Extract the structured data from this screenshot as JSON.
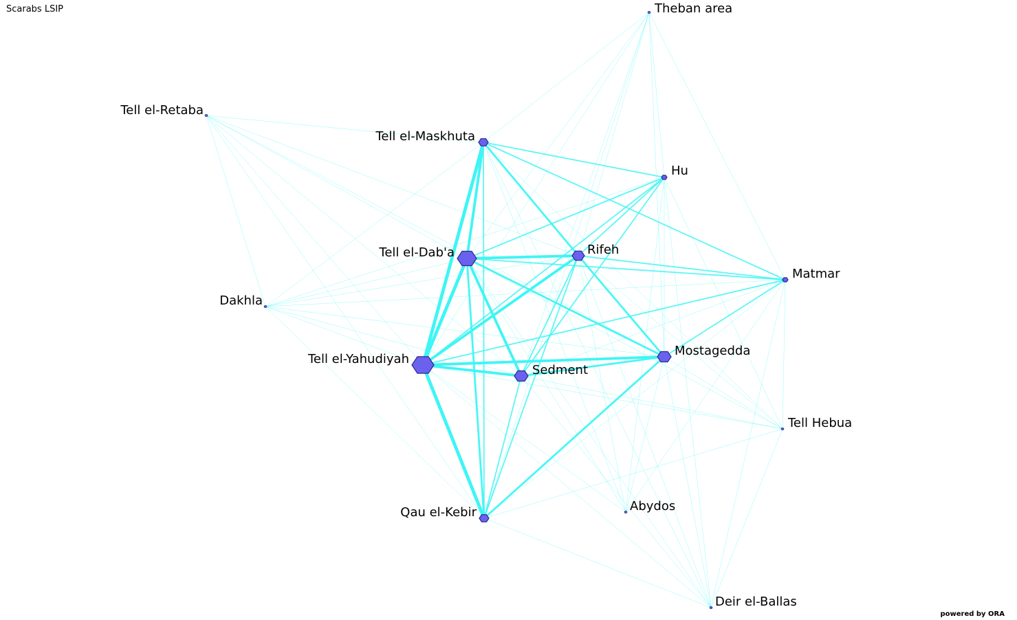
{
  "title": "Scarabs LSIP",
  "footer": "powered by ORA",
  "colors": {
    "edge": "#3ff5f5",
    "node_fill": "#6a62ee",
    "node_stroke": "#2b2b8a",
    "background": "#ffffff"
  },
  "nodes": [
    {
      "id": "theban",
      "label": "Theban area"
    },
    {
      "id": "retaba",
      "label": "Tell el-Retaba"
    },
    {
      "id": "maskhuta",
      "label": "Tell el-Maskhuta"
    },
    {
      "id": "hu",
      "label": "Hu"
    },
    {
      "id": "dab",
      "label": "Tell el-Dab'a"
    },
    {
      "id": "rifeh",
      "label": "Rifeh"
    },
    {
      "id": "matmar",
      "label": "Matmar"
    },
    {
      "id": "dakhla",
      "label": "Dakhla"
    },
    {
      "id": "yahudiyah",
      "label": "Tell el-Yahudiyah"
    },
    {
      "id": "mostagedda",
      "label": "Mostagedda"
    },
    {
      "id": "sedment",
      "label": "Sedment"
    },
    {
      "id": "hebua",
      "label": "Tell Hebua"
    },
    {
      "id": "qau",
      "label": "Qau el-Kebir"
    },
    {
      "id": "abydos",
      "label": "Abydos"
    },
    {
      "id": "ballas",
      "label": "Deir el-Ballas"
    }
  ],
  "edges": [
    {
      "source": "yahudiyah",
      "target": "maskhuta",
      "weight": 5
    },
    {
      "source": "yahudiyah",
      "target": "dab",
      "weight": 5
    },
    {
      "source": "yahudiyah",
      "target": "qau",
      "weight": 5
    },
    {
      "source": "yahudiyah",
      "target": "sedment",
      "weight": 4
    },
    {
      "source": "yahudiyah",
      "target": "mostagedda",
      "weight": 4
    },
    {
      "source": "yahudiyah",
      "target": "rifeh",
      "weight": 4
    },
    {
      "source": "dab",
      "target": "maskhuta",
      "weight": 4
    },
    {
      "source": "dab",
      "target": "rifeh",
      "weight": 4
    },
    {
      "source": "dab",
      "target": "sedment",
      "weight": 4
    },
    {
      "source": "dab",
      "target": "qau",
      "weight": 3
    },
    {
      "source": "dab",
      "target": "mostagedda",
      "weight": 3
    },
    {
      "source": "sedment",
      "target": "mostagedda",
      "weight": 3
    },
    {
      "source": "maskhuta",
      "target": "rifeh",
      "weight": 3
    },
    {
      "source": "maskhuta",
      "target": "qau",
      "weight": 2
    },
    {
      "source": "maskhuta",
      "target": "hu",
      "weight": 2
    },
    {
      "source": "maskhuta",
      "target": "matmar",
      "weight": 2
    },
    {
      "source": "rifeh",
      "target": "mostagedda",
      "weight": 3
    },
    {
      "source": "rifeh",
      "target": "sedment",
      "weight": 2
    },
    {
      "source": "rifeh",
      "target": "matmar",
      "weight": 2
    },
    {
      "source": "rifeh",
      "target": "hu",
      "weight": 2
    },
    {
      "source": "qau",
      "target": "mostagedda",
      "weight": 3
    },
    {
      "source": "qau",
      "target": "sedment",
      "weight": 2
    },
    {
      "source": "qau",
      "target": "rifeh",
      "weight": 2
    },
    {
      "source": "hu",
      "target": "dab",
      "weight": 2
    },
    {
      "source": "hu",
      "target": "yahudiyah",
      "weight": 2
    },
    {
      "source": "hu",
      "target": "sedment",
      "weight": 2
    },
    {
      "source": "hu",
      "target": "mostagedda",
      "weight": 1
    },
    {
      "source": "matmar",
      "target": "dab",
      "weight": 2
    },
    {
      "source": "matmar",
      "target": "yahudiyah",
      "weight": 2
    },
    {
      "source": "matmar",
      "target": "mostagedda",
      "weight": 2
    },
    {
      "source": "matmar",
      "target": "qau",
      "weight": 1
    },
    {
      "source": "matmar",
      "target": "sedment",
      "weight": 1
    },
    {
      "source": "theban",
      "target": "yahudiyah",
      "weight": 1
    },
    {
      "source": "theban",
      "target": "dab",
      "weight": 1
    },
    {
      "source": "theban",
      "target": "sedment",
      "weight": 1
    },
    {
      "source": "theban",
      "target": "rifeh",
      "weight": 1
    },
    {
      "source": "theban",
      "target": "maskhuta",
      "weight": 1
    },
    {
      "source": "theban",
      "target": "hu",
      "weight": 1
    },
    {
      "source": "theban",
      "target": "matmar",
      "weight": 1
    },
    {
      "source": "theban",
      "target": "qau",
      "weight": 1
    },
    {
      "source": "theban",
      "target": "mostagedda",
      "weight": 1
    },
    {
      "source": "retaba",
      "target": "maskhuta",
      "weight": 1
    },
    {
      "source": "retaba",
      "target": "dab",
      "weight": 1
    },
    {
      "source": "retaba",
      "target": "yahudiyah",
      "weight": 1
    },
    {
      "source": "retaba",
      "target": "sedment",
      "weight": 1
    },
    {
      "source": "retaba",
      "target": "rifeh",
      "weight": 1
    },
    {
      "source": "retaba",
      "target": "mostagedda",
      "weight": 1
    },
    {
      "source": "retaba",
      "target": "dakhla",
      "weight": 1
    },
    {
      "source": "retaba",
      "target": "qau",
      "weight": 1
    },
    {
      "source": "dakhla",
      "target": "dab",
      "weight": 1
    },
    {
      "source": "dakhla",
      "target": "yahudiyah",
      "weight": 1
    },
    {
      "source": "dakhla",
      "target": "maskhuta",
      "weight": 1
    },
    {
      "source": "dakhla",
      "target": "rifeh",
      "weight": 1
    },
    {
      "source": "dakhla",
      "target": "sedment",
      "weight": 1
    },
    {
      "source": "dakhla",
      "target": "mostagedda",
      "weight": 1
    },
    {
      "source": "dakhla",
      "target": "qau",
      "weight": 1
    },
    {
      "source": "dakhla",
      "target": "hu",
      "weight": 1
    },
    {
      "source": "dakhla",
      "target": "matmar",
      "weight": 1
    },
    {
      "source": "hebua",
      "target": "yahudiyah",
      "weight": 1
    },
    {
      "source": "hebua",
      "target": "dab",
      "weight": 1
    },
    {
      "source": "hebua",
      "target": "sedment",
      "weight": 1
    },
    {
      "source": "hebua",
      "target": "rifeh",
      "weight": 1
    },
    {
      "source": "hebua",
      "target": "mostagedda",
      "weight": 1
    },
    {
      "source": "hebua",
      "target": "qau",
      "weight": 1
    },
    {
      "source": "hebua",
      "target": "hu",
      "weight": 1
    },
    {
      "source": "hebua",
      "target": "matmar",
      "weight": 1
    },
    {
      "source": "hebua",
      "target": "maskhuta",
      "weight": 1
    },
    {
      "source": "hebua",
      "target": "ballas",
      "weight": 1
    },
    {
      "source": "abydos",
      "target": "dab",
      "weight": 1
    },
    {
      "source": "abydos",
      "target": "yahudiyah",
      "weight": 1
    },
    {
      "source": "abydos",
      "target": "rifeh",
      "weight": 1
    },
    {
      "source": "abydos",
      "target": "hu",
      "weight": 1
    },
    {
      "source": "abydos",
      "target": "matmar",
      "weight": 1
    },
    {
      "source": "abydos",
      "target": "mostagedda",
      "weight": 1
    },
    {
      "source": "abydos",
      "target": "maskhuta",
      "weight": 1
    },
    {
      "source": "ballas",
      "target": "yahudiyah",
      "weight": 1
    },
    {
      "source": "ballas",
      "target": "dab",
      "weight": 1
    },
    {
      "source": "ballas",
      "target": "qau",
      "weight": 1
    },
    {
      "source": "ballas",
      "target": "rifeh",
      "weight": 1
    },
    {
      "source": "ballas",
      "target": "mostagedda",
      "weight": 1
    },
    {
      "source": "ballas",
      "target": "matmar",
      "weight": 1
    },
    {
      "source": "ballas",
      "target": "sedment",
      "weight": 1
    },
    {
      "source": "ballas",
      "target": "hu",
      "weight": 1
    },
    {
      "source": "ballas",
      "target": "maskhuta",
      "weight": 1
    }
  ]
}
